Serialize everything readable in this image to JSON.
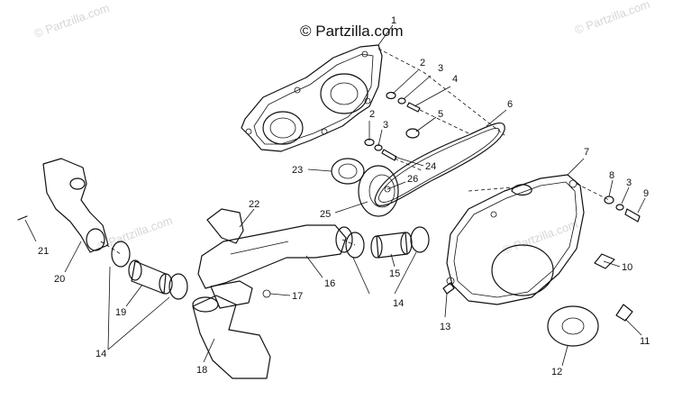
{
  "copyright": "© Partzilla.com",
  "watermark": "© Partzilla.com",
  "callouts": [
    "1",
    "2",
    "3",
    "4",
    "5",
    "6",
    "2",
    "3",
    "24",
    "23",
    "26",
    "25",
    "22",
    "7",
    "8",
    "3",
    "9",
    "21",
    "20",
    "15",
    "16",
    "14",
    "17",
    "19",
    "10",
    "13",
    "14",
    "11",
    "18",
    "12"
  ]
}
